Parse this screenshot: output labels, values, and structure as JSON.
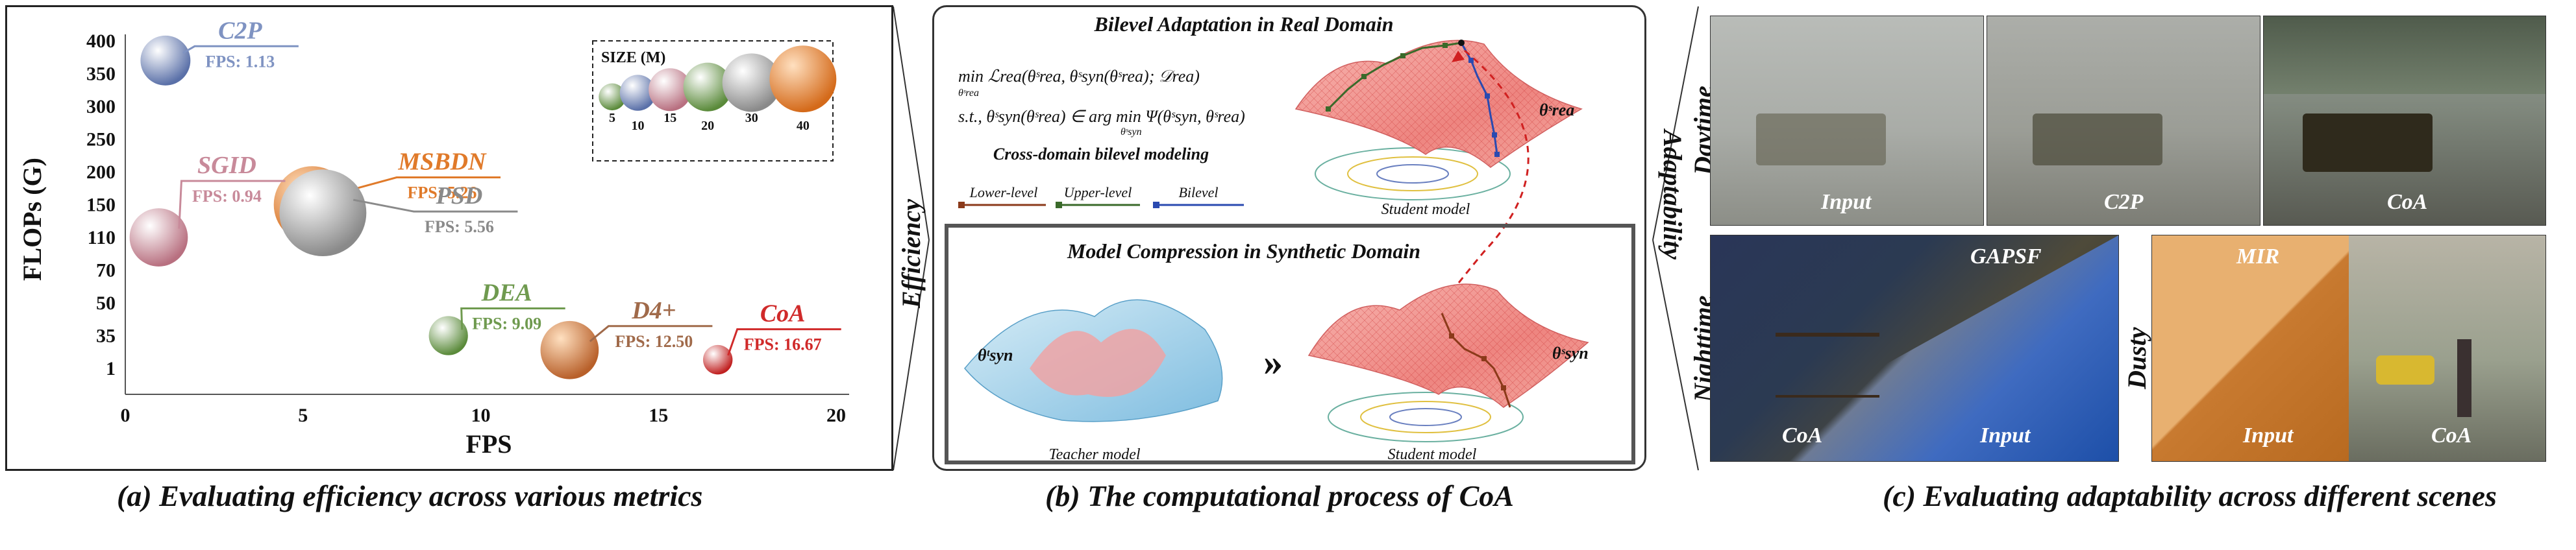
{
  "panel_a": {
    "caption": "(a) Evaluating efficiency across various metrics",
    "chart_data": {
      "type": "scatter",
      "title": "",
      "xlabel": "FPS",
      "ylabel": "FLOPs (G)",
      "xticks": [
        "0",
        "5",
        "10",
        "15",
        "20"
      ],
      "yticks": [
        "1",
        "35",
        "50",
        "70",
        "110",
        "150",
        "200",
        "250",
        "300",
        "350",
        "400"
      ],
      "size_legend_title": "SIZE (M)",
      "size_legend_values": [
        "5",
        "10",
        "15",
        "20",
        "30",
        "40"
      ],
      "points": [
        {
          "name": "C2P",
          "fps_label": "FPS: 1.13",
          "fps": 1.13,
          "flops": 370,
          "size_m": 10,
          "color": "#7f93c2"
        },
        {
          "name": "MSBDN",
          "fps_label": "FPS: 5.26",
          "fps": 5.26,
          "flops": 150,
          "size_m": 30,
          "color": "#e07a2a"
        },
        {
          "name": "SGID",
          "fps_label": "FPS: 0.94",
          "fps": 0.94,
          "flops": 110,
          "size_m": 15,
          "color": "#c88a9a"
        },
        {
          "name": "PSD",
          "fps_label": "FPS: 5.56",
          "fps": 5.56,
          "flops": 140,
          "size_m": 40,
          "color": "#9a9a9a"
        },
        {
          "name": "DEA",
          "fps_label": "FPS: 9.09",
          "fps": 9.09,
          "flops": 35,
          "size_m": 5,
          "color": "#6f9a4f"
        },
        {
          "name": "D4+",
          "fps_label": "FPS: 12.50",
          "fps": 12.5,
          "flops": 20,
          "size_m": 15,
          "color": "#a06a4a"
        },
        {
          "name": "CoA",
          "fps_label": "FPS: 16.67",
          "fps": 16.67,
          "flops": 10,
          "size_m": 2,
          "color": "#d02a2a"
        }
      ]
    }
  },
  "panel_b": {
    "caption": "(b) The computational process of CoA",
    "side_label_left": "Efficiency",
    "side_label_right": "Adaptability",
    "top_title": "Bilevel Adaptation in Real Domain",
    "eq_line1": "min  ℒrea(θˢrea, θˢsyn(θˢrea); 𝒟rea)",
    "eq_line1_sub": "θˢrea",
    "eq_line2": "s.t.,  θˢsyn(θˢrea) ∈ arg min Ψ(θˢsyn, θˢrea)",
    "eq_line2_sub": "θˢsyn",
    "modeling_label": "Cross-domain bilevel modeling",
    "legend_lower": "Lower-level",
    "legend_upper": "Upper-level",
    "legend_bilevel": "Bilevel",
    "theta_rea": "θˢrea",
    "student_label_top": "Student model",
    "bottom_title": "Model Compression in Synthetic Domain",
    "theta_teacher": "θᵗsyn",
    "theta_student": "θˢsyn",
    "arrow_symbol": "»",
    "teacher_label": "Teacher model",
    "student_label_bottom": "Student model",
    "colors": {
      "lower": "#8b3a1a",
      "upper": "#3a6a2a",
      "bilevel": "#2a4ab0",
      "surface_red": "#f08a8a",
      "surface_blue": "#8ec6e6"
    }
  },
  "panel_c": {
    "caption": "(c) Evaluating adaptability across different scenes",
    "row_daytime": "Daytime",
    "row_nighttime": "Nighttime",
    "row_dusty": "Dusty",
    "day_input": "Input",
    "day_c2p": "C2P",
    "day_coa": "CoA",
    "night_coa": "CoA",
    "night_gapsf": "GAPSF",
    "night_input": "Input",
    "dusty_mir": "MIR",
    "dusty_input": "Input",
    "dusty_coa": "CoA"
  }
}
